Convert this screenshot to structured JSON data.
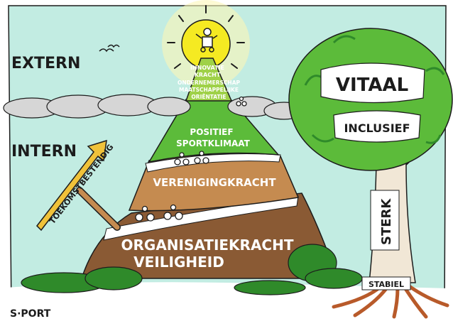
{
  "labels": {
    "extern": "EXTERN",
    "intern": "INTERN",
    "summit": [
      "INNOVATIE",
      "KRACHT",
      "ONDERNEMERSCHAP",
      "MAATSCHAPPELIJKE",
      "ORIËNTATIE"
    ],
    "positief": [
      "POSITIEF",
      "SPORTKLIMAAT"
    ],
    "verenigingkracht": "VERENIGINGKRACHT",
    "organisatie": [
      "ORGANISATIEKRACHT",
      "VEILIGHEID"
    ],
    "sign": "TOEKOMSTBESTENDIG",
    "tree_top": "VITAAL",
    "tree_mid": "INCLUSIEF",
    "trunk": "STERK",
    "roots": "STABIEL",
    "logo": "S·PORT"
  },
  "colors": {
    "sky": "#c2ece2",
    "grass": "#5cbb3a",
    "grass_dark": "#2f8a2a",
    "earth_light": "#c58b50",
    "earth_dark": "#8a5a34",
    "summit": "#9fd148",
    "sun": "#f5ea22",
    "sign": "#f0c23a",
    "root": "#b85a2a",
    "cloud": "#cfcfcf",
    "ink": "#1c1c1c"
  }
}
